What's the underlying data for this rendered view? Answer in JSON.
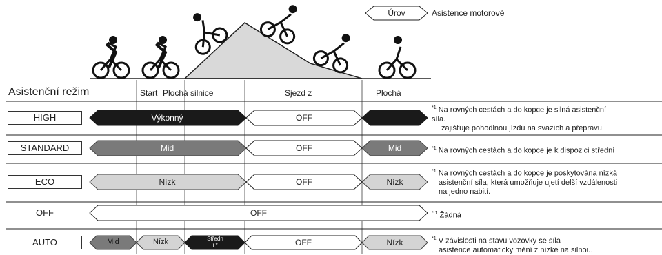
{
  "legend": {
    "box_label": "Úrov",
    "caption": "Asistence motorové"
  },
  "section_title": "Asistenční režim",
  "columns": {
    "start": "Start",
    "flat": "Plochá silnice",
    "climb_down": "Sjezd z",
    "flat2": "Plochá"
  },
  "rows": [
    {
      "mode": "HIGH",
      "segments": [
        "Výkonný",
        "OFF",
        ""
      ],
      "note_mark": "*1",
      "note_lines": [
        "Na rovných cestách a do kopce je silná asistenční",
        "síla.",
        "zajišťuje pohodlnou jízdu na svazích a přepravu"
      ]
    },
    {
      "mode": "STANDARD",
      "segments": [
        "Mid",
        "OFF",
        "Mid"
      ],
      "note_mark": "*1",
      "note_lines": [
        "Na rovných cestách a do kopce je k dispozici střední"
      ]
    },
    {
      "mode": "ECO",
      "segments": [
        "Nízk",
        "OFF",
        "Nízk"
      ],
      "note_mark": "*1",
      "note_lines": [
        "Na rovných cestách a do kopce je poskytována nízká",
        "asistenční síla, která umožňuje ujetí delší vzdálenosti",
        "na jedno nabití."
      ]
    },
    {
      "mode": "OFF",
      "segments": [
        "OFF"
      ],
      "note_mark": "* 1",
      "note_lines": [
        "Žádná"
      ]
    },
    {
      "mode": "AUTO",
      "segments": [
        "Mid",
        "Nízk",
        "Středn",
        "OFF",
        "Nízk"
      ],
      "segment_sub": "í *",
      "note_mark": "*1",
      "note_lines": [
        "V závislosti na stavu vozovky se síla",
        "asistence automaticky mění z nízké na silnou."
      ]
    }
  ],
  "colors": {
    "strong": "#1a1a1a",
    "mid": "#7a7a7a",
    "low": "#d4d4d4",
    "off": "#ffffff",
    "hill": "#d9d9d9"
  }
}
